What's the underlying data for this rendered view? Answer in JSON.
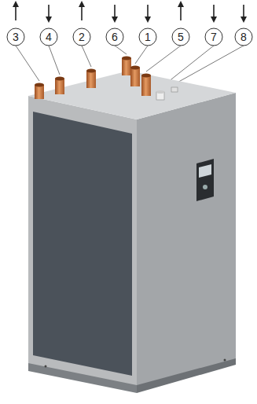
{
  "diagram": {
    "labels": [
      "3",
      "4",
      "2",
      "6",
      "1",
      "5",
      "7",
      "8"
    ]
  }
}
